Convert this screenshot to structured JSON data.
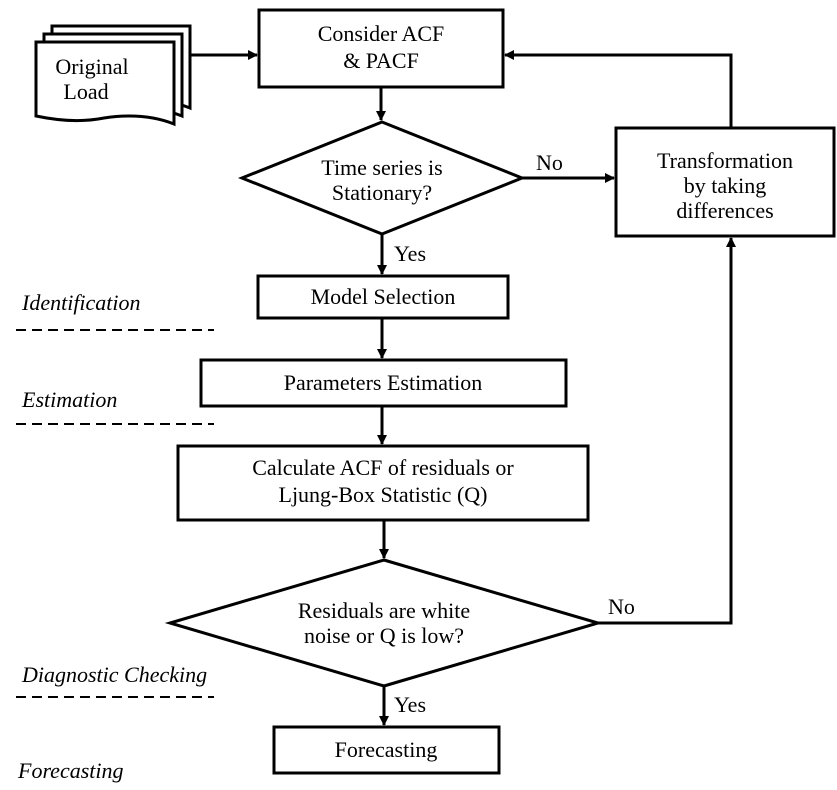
{
  "flowchart": {
    "original_load": [
      "Original",
      "Load"
    ],
    "consider_acf": [
      "Consider ACF",
      "& PACF"
    ],
    "stationary_check": [
      "Time series is",
      "Stationary?"
    ],
    "transformation": [
      "Transformation",
      "by taking",
      "differences"
    ],
    "model_selection": "Model Selection",
    "parameters_estimation": "Parameters Estimation",
    "calculate_acf": [
      "Calculate ACF of residuals or",
      "Ljung-Box Statistic (Q)"
    ],
    "residuals_check": [
      "Residuals are white",
      "noise or Q is low?"
    ],
    "forecasting_box": "Forecasting",
    "edge_labels": {
      "stationary_no": "No",
      "stationary_yes": "Yes",
      "residuals_no": "No",
      "residuals_yes": "Yes"
    }
  },
  "stages": {
    "identification": "Identification",
    "estimation": "Estimation",
    "diagnostic_checking": "Diagnostic Checking",
    "forecasting": "Forecasting"
  }
}
